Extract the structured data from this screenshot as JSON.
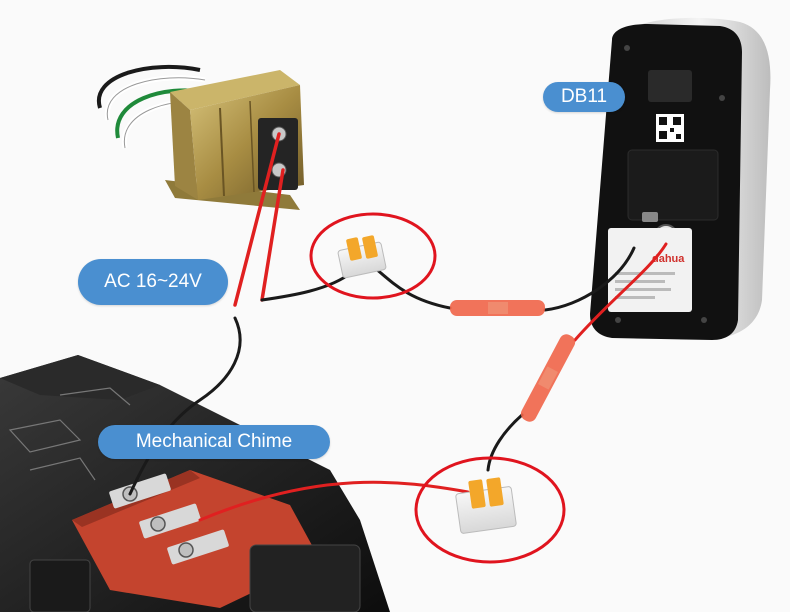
{
  "labels": {
    "doorbell": "DB11",
    "voltage": "AC 16~24V",
    "chime": "Mechanical Chime"
  },
  "device_brand": "dahua",
  "colors": {
    "label_fill": "#4a8fd0",
    "label_text": "#ffffff",
    "wire_red": "#e02020",
    "wire_black": "#1a1a1a",
    "highlight_circle": "#e0141e",
    "connector_orange": "#f3a72a",
    "splice_sleeve": "#ef6448",
    "chime_plate": "#c4442e",
    "doorbell_body": "#111111"
  }
}
